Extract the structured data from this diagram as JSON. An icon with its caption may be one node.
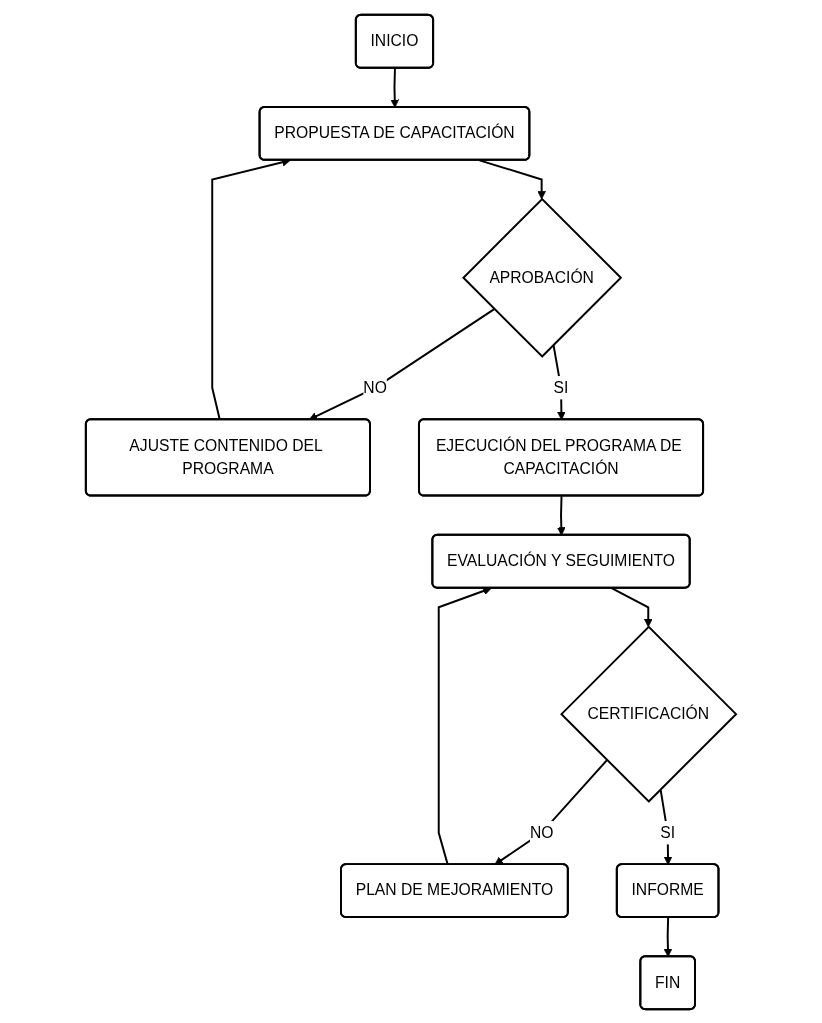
{
  "diagram": {
    "nodes": [
      {
        "text": [
          "INICIO"
        ]
      },
      {
        "text": [
          "PROPUESTA DE CAPACITACIÓN"
        ]
      },
      {
        "text": [
          "APROBACIÓN"
        ]
      },
      {
        "text": [
          "AJUSTE CONTENIDO DEL PROGRAMA"
        ]
      },
      {
        "text": [
          "EJECUCIÓN DEL PROGRAMA DE CAPACITACIÓN"
        ]
      },
      {
        "text": [
          "EVALUACIÓN Y SEGUIMIENTO"
        ]
      },
      {
        "text": [
          "CERTIFICACIÓN"
        ]
      },
      {
        "text": [
          "PLAN DE MEJORAMIENTO"
        ]
      },
      {
        "text": [
          "INFORME"
        ]
      },
      {
        "text": [
          "FIN"
        ]
      }
    ],
    "edges": [
      {
        "from": 0,
        "to": 1,
        "arrow": "to"
      },
      {
        "from": 1,
        "to": 2,
        "arrow": "to"
      },
      {
        "from": 2,
        "to": 3,
        "label": "NO",
        "arrow": "to"
      },
      {
        "from": 3,
        "to": 1,
        "arrow": "to"
      },
      {
        "from": 2,
        "to": 4,
        "label": "SI",
        "arrow": "to"
      },
      {
        "from": 4,
        "to": 5,
        "arrow": "to"
      },
      {
        "from": 5,
        "to": 6,
        "arrow": "to"
      },
      {
        "from": 6,
        "to": 7,
        "label": "NO",
        "arrow": "to"
      },
      {
        "from": 7,
        "to": 5,
        "arrow": "to"
      },
      {
        "from": 6,
        "to": 8,
        "label": "SI",
        "arrow": "to"
      },
      {
        "from": 8,
        "to": 9,
        "arrow": "to"
      }
    ]
  }
}
